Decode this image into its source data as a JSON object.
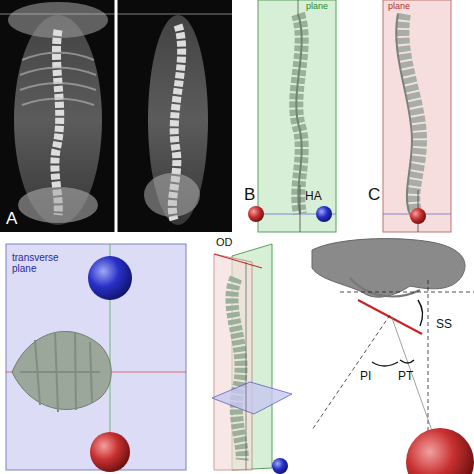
{
  "diagram": {
    "labels": [
      "A",
      "plane",
      "B",
      "HA",
      "plane",
      "C",
      "transverse plane",
      "OD",
      "SS",
      "PI",
      "PT"
    ]
  }
}
